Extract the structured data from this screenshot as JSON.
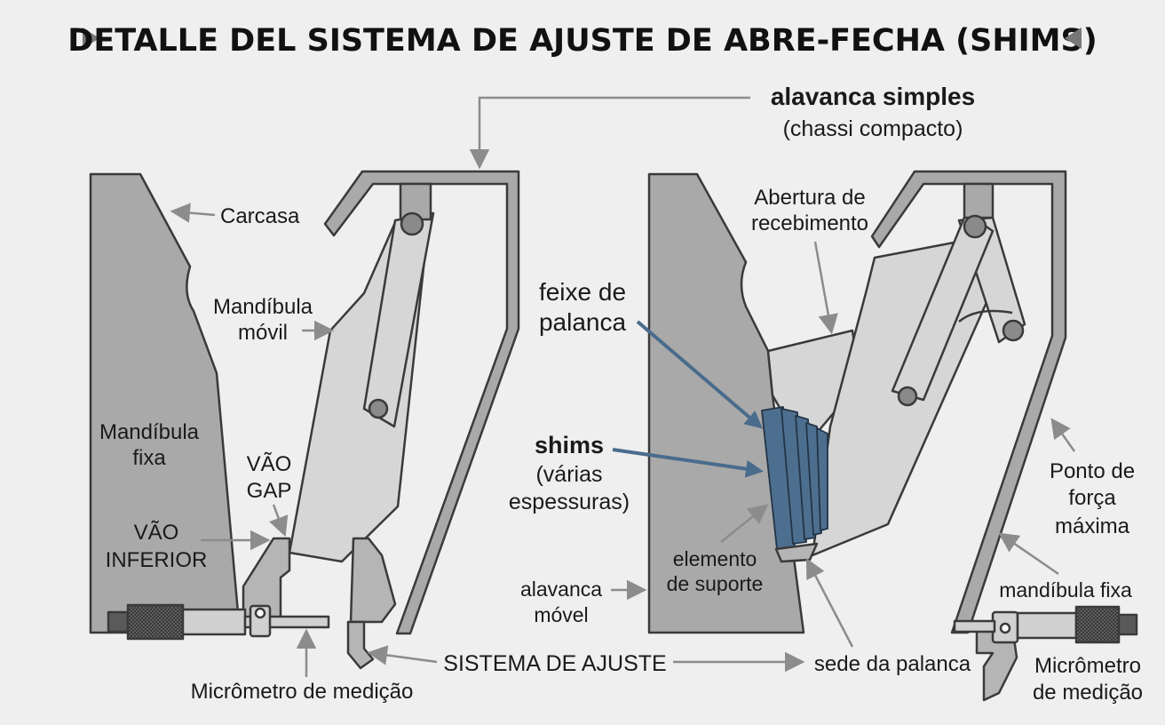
{
  "title": "DETALLE DEL SISTEMA DE AJUSTE DE ABRE-FECHA (SHIMS)",
  "colors": {
    "background": "#efefef",
    "frame_gray": "#a9a9a9",
    "light_gray": "#d6d6d6",
    "outline": "#3a3a3a",
    "arrow_gray": "#8c8c8c",
    "shim_blue": "#4d6f8f",
    "arrow_blue": "#4a6c8c"
  },
  "left_diagram": {
    "carcasa": "Carcasa",
    "mandibula_movil": [
      "Mandíbula",
      "móvil"
    ],
    "mandibula_fixa": [
      "Mandíbula",
      "fixa"
    ],
    "vao_gap": [
      "VÃO",
      "GAP"
    ],
    "vao_inferior": [
      "VÃO",
      "INFERIOR"
    ],
    "micrometro": "Micrômetro de medição"
  },
  "center": {
    "sistema_de_ajuste": "SISTEMA DE AJUSTE"
  },
  "right_diagram": {
    "alavanca_simples": "alavanca simples",
    "chassi_compacto": "(chassi compacto)",
    "abertura": [
      "Abertura de",
      "recebimento"
    ],
    "feixe": [
      "feixe de",
      "palanca"
    ],
    "shims": "shims",
    "shims_detail": [
      "(várias",
      "espessuras)"
    ],
    "elemento": [
      "elemento",
      "de suporte"
    ],
    "alavanca_movel": [
      "alavanca",
      "móvel"
    ],
    "sede": "sede da palanca",
    "ponto": [
      "Ponto de",
      "força",
      "máxima"
    ],
    "mandibula_fixa": "mandíbula fixa",
    "micrometro": [
      "Micrômetro",
      "de medição"
    ]
  }
}
